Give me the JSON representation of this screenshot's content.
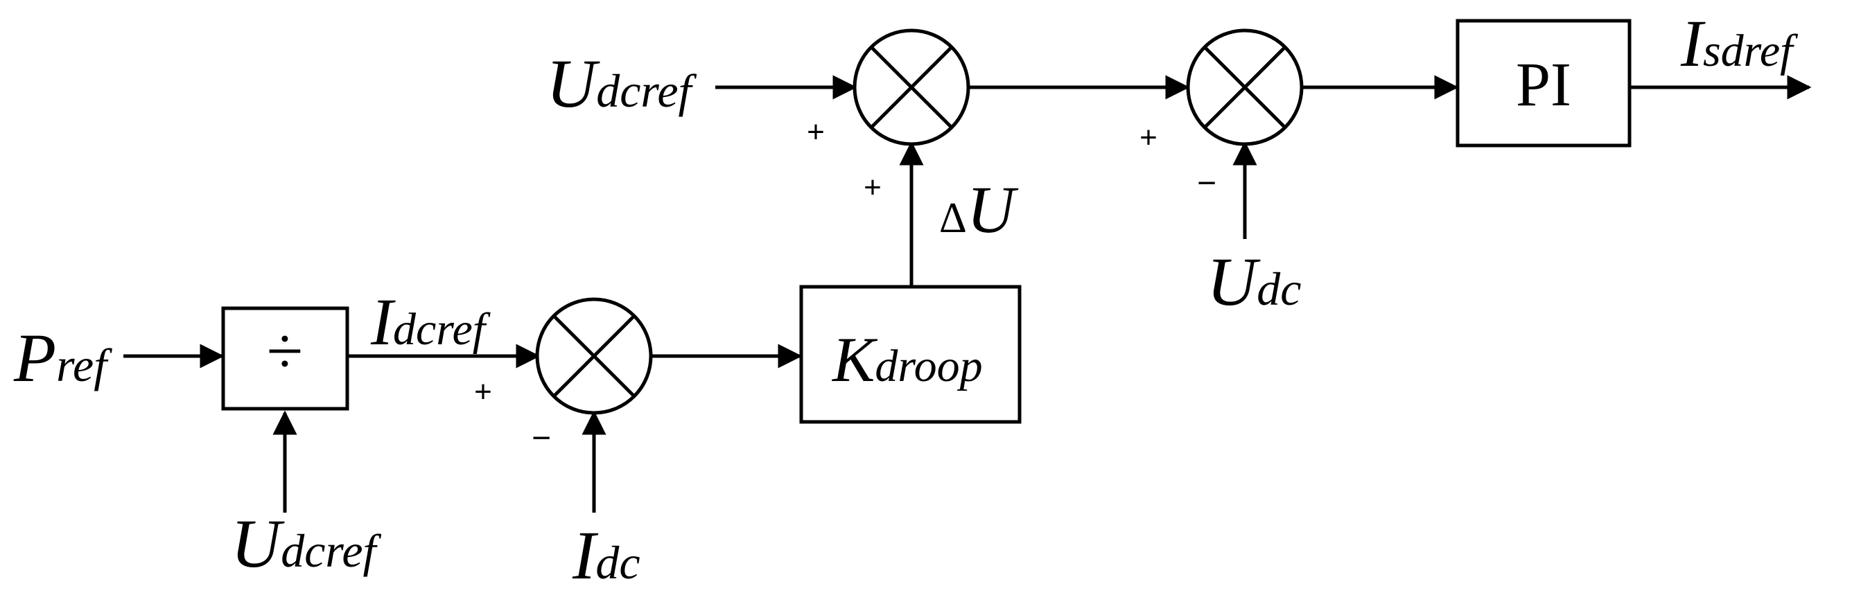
{
  "inputs": {
    "p_ref": {
      "main": "P",
      "sub": "ref"
    },
    "u_dcref_top": {
      "main": "U",
      "sub": "dcref"
    },
    "u_dcref_bottom": {
      "main": "U",
      "sub": "dcref"
    },
    "i_dc": {
      "main": "I",
      "sub": "dc"
    },
    "u_dc": {
      "main": "U",
      "sub": "dc"
    }
  },
  "signals": {
    "i_dcref": {
      "main": "I",
      "sub": "dcref"
    },
    "delta_u": {
      "delta": "Δ",
      "main": "U"
    }
  },
  "outputs": {
    "i_sdref": {
      "main": "I",
      "sub": "sdref"
    }
  },
  "blocks": {
    "divider": {
      "symbol": "÷"
    },
    "k_droop": {
      "main": "K",
      "sub": "droop"
    },
    "pi": {
      "label": "PI"
    }
  },
  "signs": {
    "sum1_plus": "+",
    "sum1_minus": "−",
    "sum2_plus_left": "+",
    "sum2_plus_bottom": "+",
    "sum3_plus": "+",
    "sum3_minus": "−"
  }
}
